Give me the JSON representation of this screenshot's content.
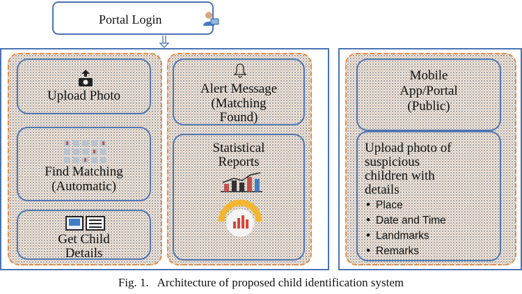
{
  "header": {
    "label": "Portal Login",
    "icon": "user-login-icon"
  },
  "left_cards": {
    "upload_photo": "Upload Photo",
    "find_matching_1": "Find Matching",
    "find_matching_2": "(Automatic)",
    "child_1": "Get Child",
    "child_2": "Details",
    "alert_1": "Alert Message",
    "alert_2": "(Matching",
    "alert_3": "Found)",
    "stats_1": "Statistical",
    "stats_2": "Reports"
  },
  "right_cards": {
    "mobile_1": "Mobile",
    "mobile_2": "App/Portal",
    "mobile_3": "(Public)",
    "upload_1": "Upload photo of",
    "upload_2": "suspicious",
    "upload_3": "children with",
    "upload_4": "details",
    "bullets": [
      "Place",
      "Date and Time",
      "Landmarks",
      "Remarks"
    ]
  },
  "caption": "Fig. 1.   Architecture of proposed child identification system",
  "colors": {
    "frame_blue": "#4a73b3",
    "dash_orange": "#ea8a3c"
  }
}
